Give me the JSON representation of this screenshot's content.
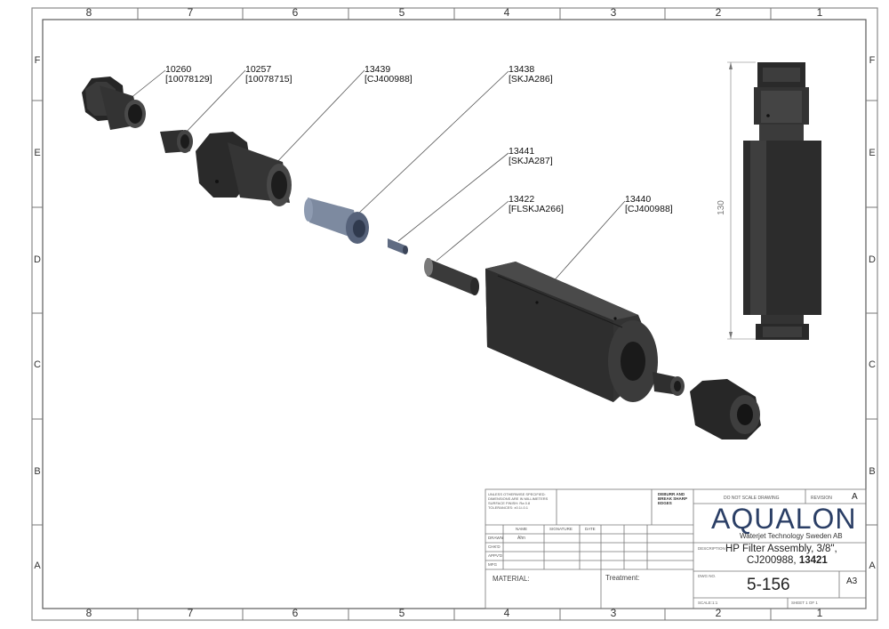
{
  "zones": {
    "columns": [
      "8",
      "7",
      "6",
      "5",
      "4",
      "3",
      "2",
      "1"
    ],
    "rows": [
      "F",
      "E",
      "D",
      "C",
      "B",
      "A"
    ]
  },
  "callouts": [
    {
      "part": "10260",
      "ref": "[10078129]"
    },
    {
      "part": "10257",
      "ref": "[10078715]"
    },
    {
      "part": "13439",
      "ref": "[CJ400988]"
    },
    {
      "part": "13438",
      "ref": "[SKJA286]"
    },
    {
      "part": "13441",
      "ref": "[SKJA287]"
    },
    {
      "part": "13422",
      "ref": "[FLSKJA266]"
    },
    {
      "part": "13440",
      "ref": "[CJ400988]"
    }
  ],
  "dimension": {
    "value": "130"
  },
  "title_block": {
    "notes": [
      "UNLESS OTHERWISE SPECIFIED:",
      "DIMENSIONS ARE IN MILLIMETERS",
      "SURFACE FINISH: Ra 0.8",
      "TOLERANCES: ±0.1/-0.1"
    ],
    "deburr": [
      "DEBURR AND",
      "BREAK SHARP",
      "EDGES"
    ],
    "do_not_scale": "DO NOT SCALE DRAWING",
    "revision_label": "REVISION",
    "revision": "A",
    "headers": {
      "name": "NAME",
      "signature": "SIGNATURE",
      "date": "DATE"
    },
    "rows": [
      "DRAWN",
      "CHK'D",
      "APPV'D",
      "MFG"
    ],
    "drawn_by": "Ahn",
    "material_label": "MATERIAL:",
    "treatment_label": "Treatment:",
    "brand": "AQUALON",
    "brand_sub": "Waterjet Technology Sweden AB",
    "description_label": "DESCRIPTION",
    "description_line1": "HP Filter Assembly, 3/8\",",
    "description_line2a": "CJ200988, ",
    "description_line2b": "13421",
    "dwg_no_label": "DWG NO.",
    "dwg_no": "5-156",
    "size": "A3",
    "scale_label": "SCALE:1:1",
    "sheet_label": "SHEET 1 OF 1"
  },
  "colors": {
    "border": "#6b6b6b",
    "part_dark": "#2f2f2f",
    "part_blue": "#7d8aa0",
    "brand_blue": "#2b3f66"
  }
}
